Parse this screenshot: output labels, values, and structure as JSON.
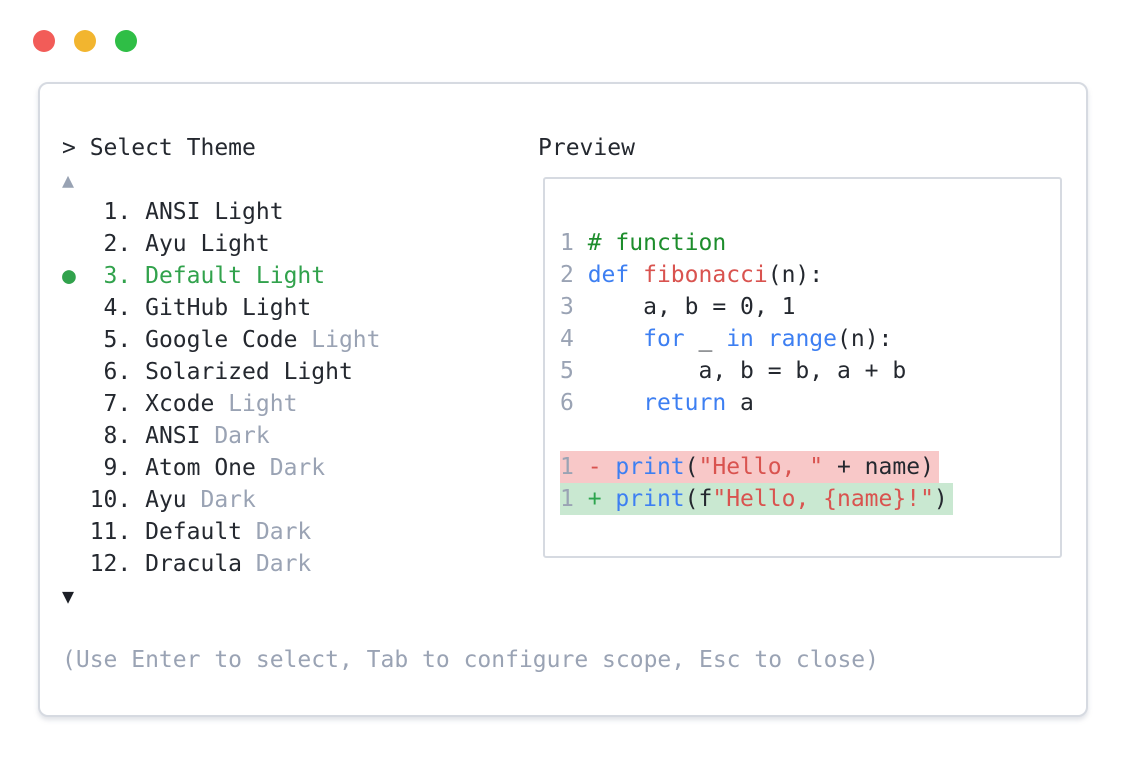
{
  "window": {
    "controls": [
      "close",
      "minimize",
      "zoom"
    ]
  },
  "colors": {
    "text": "#24282f",
    "dim": "#9aa3b4",
    "selected_green": "#31a24c",
    "comment_green": "#1d8d2c",
    "keyword_blue": "#3d7ff2",
    "accent_red": "#d9534f",
    "plus_green": "#2da44e",
    "removed_bg": "#f8c8c8",
    "added_bg": "#c9e8d1",
    "border": "#d6dae1",
    "traffic_red": "#f25c58",
    "traffic_yellow": "#f2b52f",
    "traffic_green": "#2fbe46",
    "arrow_up": "#98a2b3",
    "arrow_down": "#1c1f26"
  },
  "selector": {
    "prompt": "> Select Theme",
    "up_arrow": "▲",
    "down_arrow": "▼",
    "selected_bullet": "●",
    "items": [
      {
        "number": "1",
        "name": "ANSI",
        "variant": "Light",
        "dim": false,
        "selected": false
      },
      {
        "number": "2",
        "name": "Ayu",
        "variant": "Light",
        "dim": false,
        "selected": false
      },
      {
        "number": "3",
        "name": "Default",
        "variant": "Light",
        "dim": false,
        "selected": true
      },
      {
        "number": "4",
        "name": "GitHub",
        "variant": "Light",
        "dim": false,
        "selected": false
      },
      {
        "number": "5",
        "name": "Google Code",
        "variant": "Light",
        "dim": true,
        "selected": false
      },
      {
        "number": "6",
        "name": "Solarized",
        "variant": "Light",
        "dim": false,
        "selected": false
      },
      {
        "number": "7",
        "name": "Xcode",
        "variant": "Light",
        "dim": true,
        "selected": false
      },
      {
        "number": "8",
        "name": "ANSI",
        "variant": "Dark",
        "dim": true,
        "selected": false
      },
      {
        "number": "9",
        "name": "Atom One",
        "variant": "Dark",
        "dim": true,
        "selected": false
      },
      {
        "number": "10",
        "name": "Ayu",
        "variant": "Dark",
        "dim": true,
        "selected": false
      },
      {
        "number": "11",
        "name": "Default",
        "variant": "Dark",
        "dim": true,
        "selected": false
      },
      {
        "number": "12",
        "name": "Dracula",
        "variant": "Dark",
        "dim": true,
        "selected": false
      }
    ],
    "help": "(Use Enter to select, Tab to configure scope, Esc to close)"
  },
  "preview": {
    "label": "Preview",
    "code_lines": [
      {
        "num": "1",
        "tokens": [
          {
            "c": "comment",
            "t": "# function"
          }
        ]
      },
      {
        "num": "2",
        "tokens": [
          {
            "c": "kw",
            "t": "def"
          },
          {
            "c": "plain",
            "t": " "
          },
          {
            "c": "fn",
            "t": "fibonacci"
          },
          {
            "c": "plain",
            "t": "(n):"
          }
        ]
      },
      {
        "num": "3",
        "tokens": [
          {
            "c": "plain",
            "t": "    a, b = 0, 1"
          }
        ]
      },
      {
        "num": "4",
        "tokens": [
          {
            "c": "plain",
            "t": "    "
          },
          {
            "c": "kw",
            "t": "for"
          },
          {
            "c": "plain",
            "t": " _ "
          },
          {
            "c": "kw",
            "t": "in"
          },
          {
            "c": "plain",
            "t": " "
          },
          {
            "c": "kw",
            "t": "range"
          },
          {
            "c": "plain",
            "t": "(n):"
          }
        ]
      },
      {
        "num": "5",
        "tokens": [
          {
            "c": "plain",
            "t": "        a, b = b, a + b"
          }
        ]
      },
      {
        "num": "6",
        "tokens": [
          {
            "c": "plain",
            "t": "    "
          },
          {
            "c": "kw",
            "t": "return"
          },
          {
            "c": "plain",
            "t": " a"
          }
        ]
      }
    ],
    "diff_lines": [
      {
        "num": "1",
        "sign": "-",
        "type": "removed",
        "tokens": [
          {
            "c": "kw",
            "t": "print"
          },
          {
            "c": "plain",
            "t": "("
          },
          {
            "c": "str",
            "t": "\"Hello, \""
          },
          {
            "c": "plain",
            "t": " + name)"
          }
        ]
      },
      {
        "num": "1",
        "sign": "+",
        "type": "added",
        "tokens": [
          {
            "c": "kw",
            "t": "print"
          },
          {
            "c": "plain",
            "t": "(f"
          },
          {
            "c": "str",
            "t": "\"Hello, {name}!\""
          },
          {
            "c": "plain",
            "t": ")"
          }
        ]
      }
    ]
  }
}
